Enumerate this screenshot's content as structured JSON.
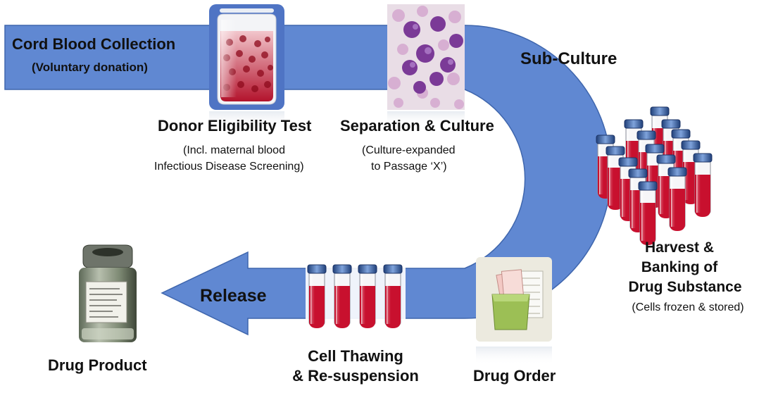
{
  "steps": {
    "collection": {
      "title": "Cord Blood Collection",
      "subtitle": "(Voluntary donation)"
    },
    "eligibility": {
      "title": "Donor Eligibility Test",
      "line1": "(Incl. maternal blood",
      "line2": "Infectious  Disease Screening)"
    },
    "separation": {
      "title": "Separation & Culture",
      "line1": "(Culture-expanded",
      "line2": "to Passage ‘X’)"
    },
    "subculture": {
      "title": "Sub-Culture"
    },
    "harvest": {
      "line1": "Harvest &",
      "line2": "Banking of",
      "line3": "Drug Substance",
      "note": "(Cells frozen & stored)"
    },
    "drug_order": {
      "title": "Drug Order"
    },
    "thawing": {
      "line1": "Cell Thawing",
      "line2": "& Re-suspension"
    },
    "release": {
      "title": "Release"
    },
    "product": {
      "title": "Drug Product"
    }
  },
  "colors": {
    "arrow_fill": "#6088d2",
    "arrow_stroke": "#3f66ad",
    "blood": "#c8102e",
    "tube_cap": "#4a6fa8"
  },
  "icons": {
    "blood_bag": "blood-bag-icon",
    "microscope_cells": "cell-micrograph-icon",
    "tube_rack": "test-tube-rack-icon",
    "document_stack": "document-stack-icon",
    "vial": "vial-icon"
  }
}
